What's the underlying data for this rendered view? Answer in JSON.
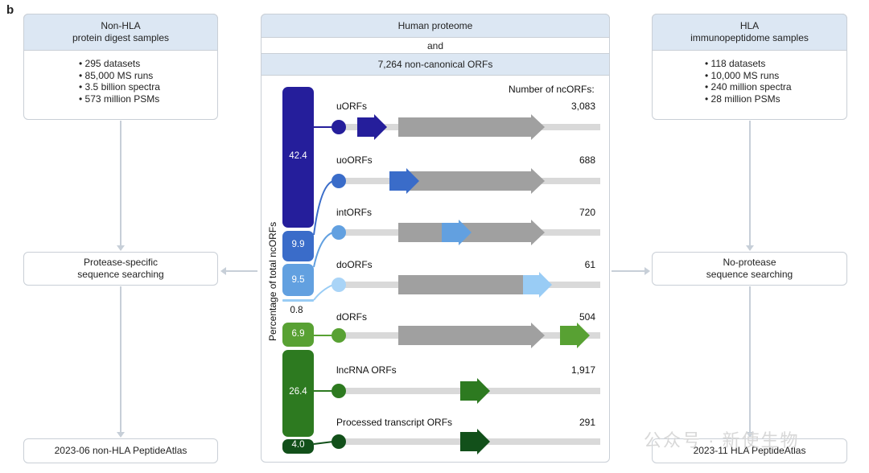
{
  "panel_letter": "b",
  "left": {
    "header_line1": "Non-HLA",
    "header_line2": "protein digest samples",
    "stats": [
      "295 datasets",
      "85,000 MS runs",
      "3.5 billion spectra",
      "573 million PSMs"
    ],
    "search_line1": "Protease-specific",
    "search_line2": "sequence searching",
    "atlas": "2023-06 non-HLA PeptideAtlas"
  },
  "right": {
    "header_line1": "HLA",
    "header_line2": "immunopeptidome samples",
    "stats": [
      "118 datasets",
      "10,000 MS runs",
      "240 million spectra",
      "28 million PSMs"
    ],
    "search_line1": "No-protease",
    "search_line2": "sequence searching",
    "atlas": "2023-11 HLA PeptideAtlas"
  },
  "center": {
    "header1": "Human proteome",
    "and": "and",
    "header2": "7,264 non-canonical ORFs",
    "count_header": "Number of ncORFs:",
    "axis_label": "Percentage of total ncORFs",
    "categories": [
      {
        "name": "uORFs",
        "count": "3,083",
        "pct": "42.4",
        "color": "#251e9b"
      },
      {
        "name": "uoORFs",
        "count": "688",
        "pct": "9.9",
        "color": "#3a6cc9"
      },
      {
        "name": "intORFs",
        "count": "720",
        "pct": "9.5",
        "color": "#62a0e0"
      },
      {
        "name": "doORFs",
        "count": "61",
        "pct": "0.8",
        "color": "#99ccf5"
      },
      {
        "name": "dORFs",
        "count": "504",
        "pct": "6.9",
        "color": "#58a133"
      },
      {
        "name": "lncRNA ORFs",
        "count": "1,917",
        "pct": "26.4",
        "color": "#2d7a20"
      },
      {
        "name": "Processed transcript ORFs",
        "count": "291",
        "pct": "4.0",
        "color": "#12501a"
      }
    ]
  },
  "watermark": "公众号 · 新使生物",
  "colors": {
    "header_bg": "#dce7f3",
    "border": "#c9cfd6",
    "gray_arrow": "#a0a0a0",
    "track": "#d9d9d9"
  }
}
